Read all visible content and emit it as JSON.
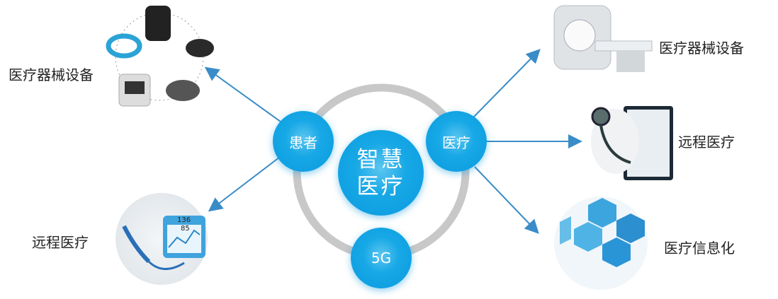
{
  "center": {
    "line1": "智慧",
    "line2": "医疗"
  },
  "nodes": {
    "patient": "患者",
    "medical": "医疗",
    "network": "5G"
  },
  "left_labels": {
    "devices": "医疗器械设备",
    "remote": "远程医疗"
  },
  "right_labels": {
    "devices": "医疗器械设备",
    "remote": "远程医疗",
    "informatization": "医疗信息化"
  },
  "monitor_readings": {
    "top": "136",
    "bottom": "85"
  },
  "colors": {
    "accent": "#0a9ae0",
    "arrow": "#3a8cc8",
    "ring": "#c8c8c8"
  }
}
